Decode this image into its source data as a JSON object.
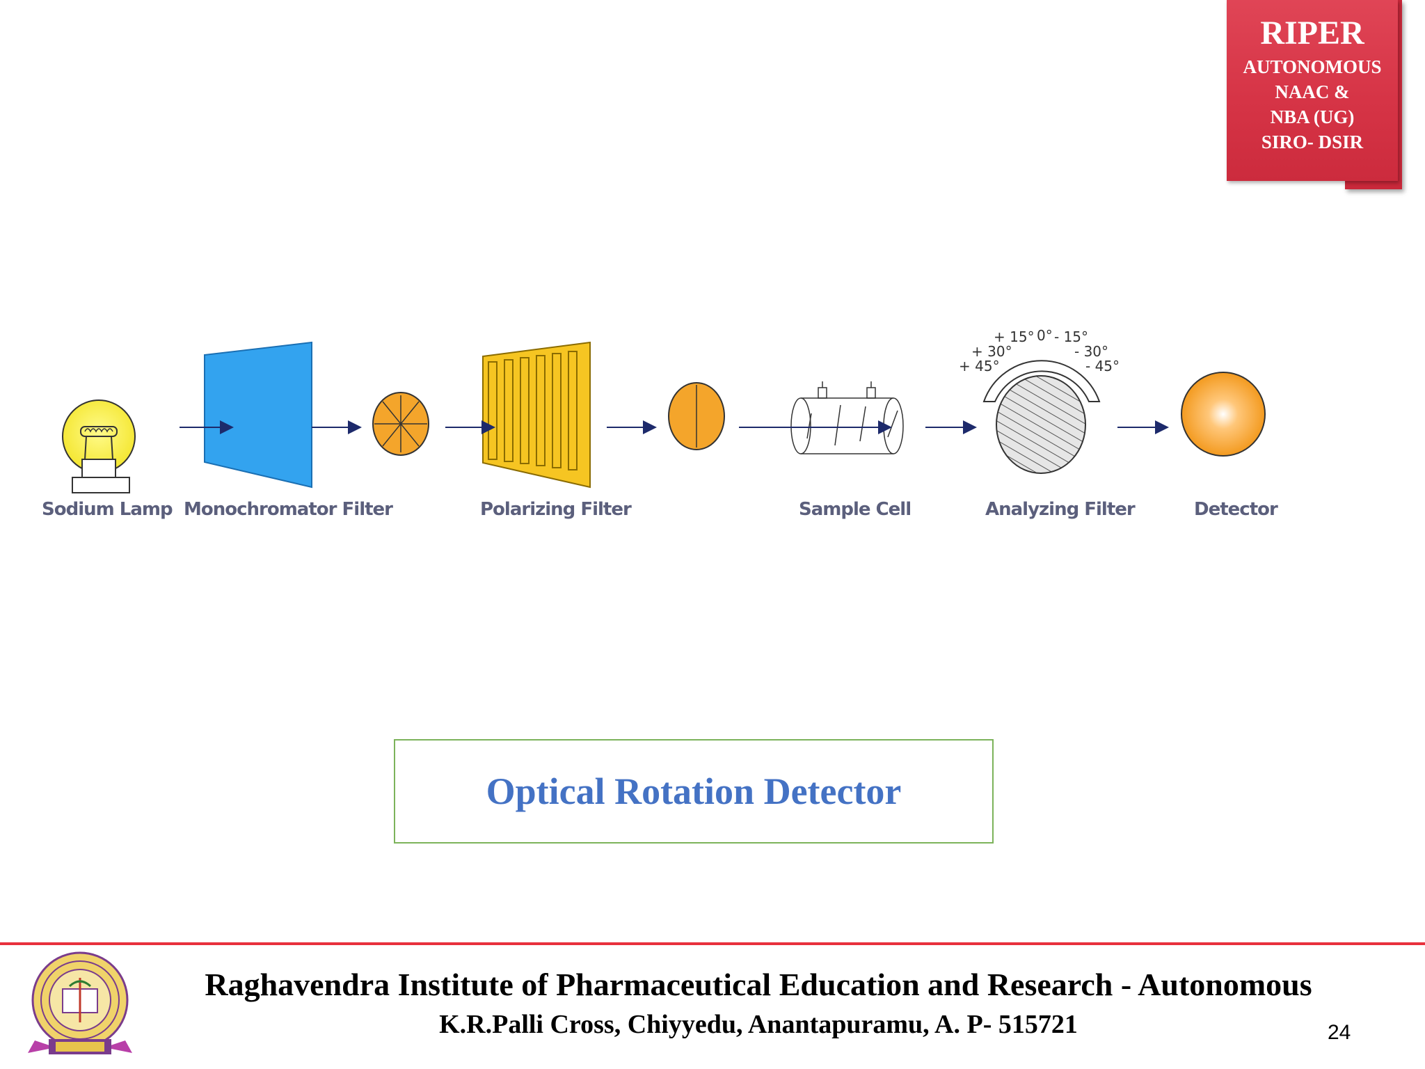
{
  "badge": {
    "title": "RIPER",
    "line1": "AUTONOMOUS",
    "line2": "NAAC &",
    "line3": "NBA (UG)",
    "line4": "SIRO- DSIR"
  },
  "diagram": {
    "labels": {
      "sodium_lamp": "Sodium Lamp",
      "monochromator": "Monochromator Filter",
      "polarizing": "Polarizing Filter",
      "sample_cell": "Sample Cell",
      "analyzing": "Analyzing Filter",
      "detector": "Detector"
    },
    "angles": {
      "p15": "+ 15°",
      "zero": "0°",
      "m15": "- 15°",
      "p30": "+ 30°",
      "m30": "- 30°",
      "p45": "+ 45°",
      "m45": "- 45°"
    }
  },
  "caption": "Optical Rotation Detector",
  "footer": {
    "institute": "Raghavendra Institute of Pharmaceutical Education and Research - Autonomous",
    "address": "K.R.Palli Cross, Chiyyedu, Anantapuramu, A. P- 515721",
    "page_number": "24"
  }
}
